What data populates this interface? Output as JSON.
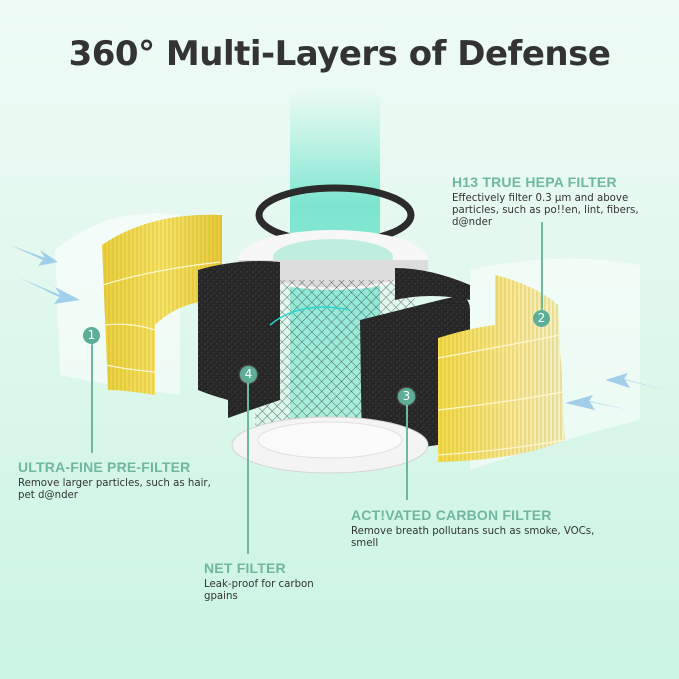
{
  "title": "360° Multi-Layers of Defense",
  "colors": {
    "background": "#dff8ee",
    "title": "#333333",
    "label_heading": "#6fb7a0",
    "badge": "#5cae97",
    "hepa_yellow": "#f3dd4e",
    "carbon_black": "#2a2a2a"
  },
  "layers": [
    {
      "number": "1",
      "heading": "ULTRA-FINE PRE-FILTER",
      "description_lines": [
        "Remove larger particles, such as hair,",
        "pet  d@nder"
      ]
    },
    {
      "number": "2",
      "heading": "H13 TRUE HEPA FILTER",
      "description_lines": [
        "Effectively filter 0.3 μm and above",
        "particles, such as po!!en, lint, fibers,",
        "d@nder"
      ]
    },
    {
      "number": "3",
      "heading": "ACT!VATED CARBON FILTER",
      "description_lines": [
        "Remove breath pollutans such as smoke, VOCs,",
        "smell"
      ]
    },
    {
      "number": "4",
      "heading": "NET FILTER",
      "description_lines": [
        "Leak-proof for carbon",
        "gpains"
      ]
    }
  ]
}
